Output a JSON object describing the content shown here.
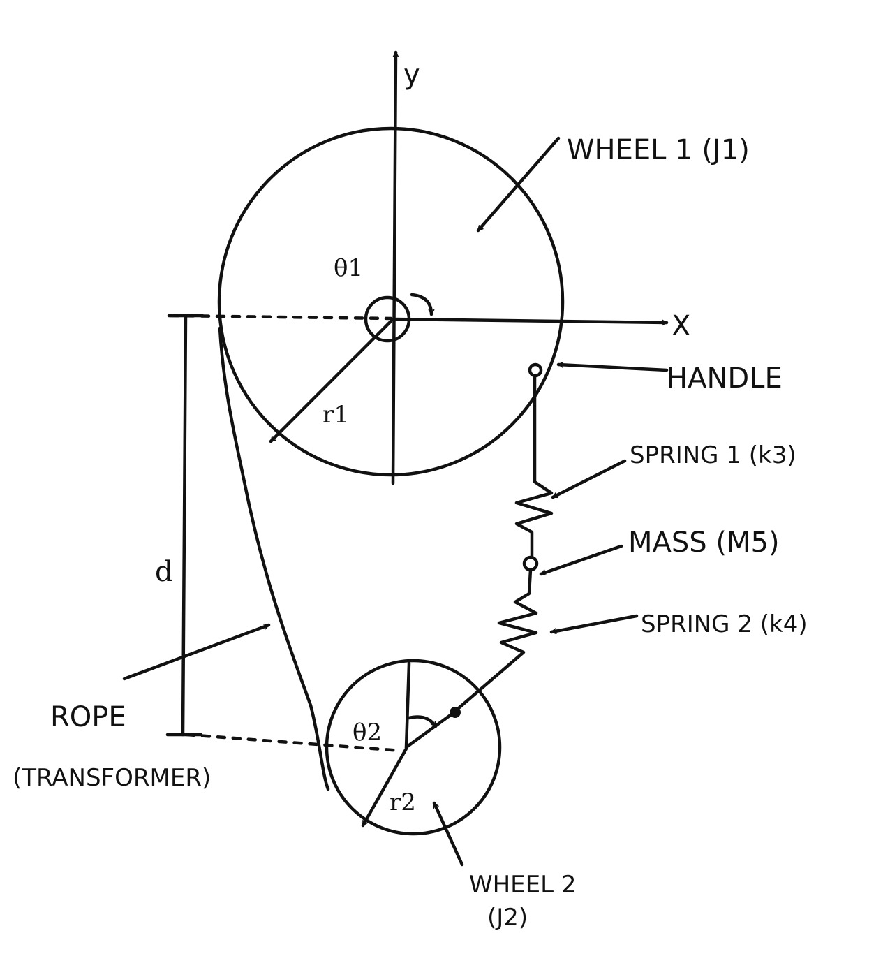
{
  "labels": {
    "y_axis": "y",
    "x_axis": "X",
    "wheel1": "WHEEL 1 (J1)",
    "handle": "HANDLE",
    "spring1": "SPRING 1 (k3)",
    "mass": "MASS (M5)",
    "spring2": "SPRING 2 (k4)",
    "rope_line1": "ROPE",
    "rope_line2": "(TRANSFORMER)",
    "wheel2_line1": "WHEEL 2",
    "wheel2_line2": "(J2)",
    "theta1": "θ1",
    "theta2": "θ2",
    "r1": "r1",
    "r2": "r2",
    "d": "d"
  }
}
